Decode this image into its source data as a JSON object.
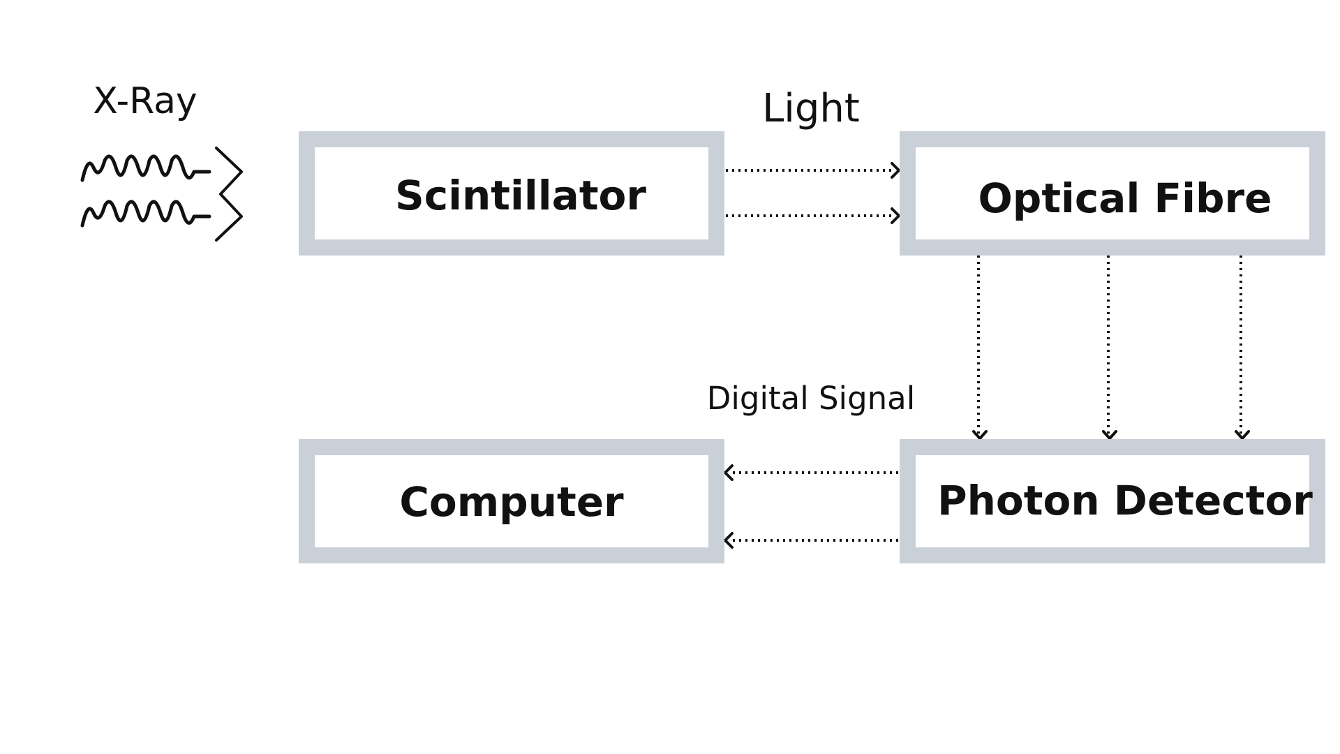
{
  "labels": {
    "xray": "X-Ray",
    "light": "Light",
    "digital_signal": "Digital Signal"
  },
  "nodes": {
    "scintillator": "Scintillator",
    "optical_fibre": "Optical Fibre",
    "photon_detector": "Photon Detector",
    "computer": "Computer"
  },
  "colors": {
    "box_border": "#c9d0d8",
    "box_fill": "#ffffff",
    "text": "#111111",
    "arrow": "#111111"
  },
  "connections": [
    {
      "from": "X-Ray",
      "to": "Scintillator",
      "style": "wave arrows",
      "count": 2
    },
    {
      "from": "Scintillator",
      "to": "Optical Fibre",
      "label": "Light",
      "style": "dotted arrows",
      "count": 2
    },
    {
      "from": "Optical Fibre",
      "to": "Photon Detector",
      "style": "dotted arrows",
      "count": 3
    },
    {
      "from": "Photon Detector",
      "to": "Computer",
      "label": "Digital Signal",
      "style": "dotted arrows",
      "count": 2
    }
  ]
}
